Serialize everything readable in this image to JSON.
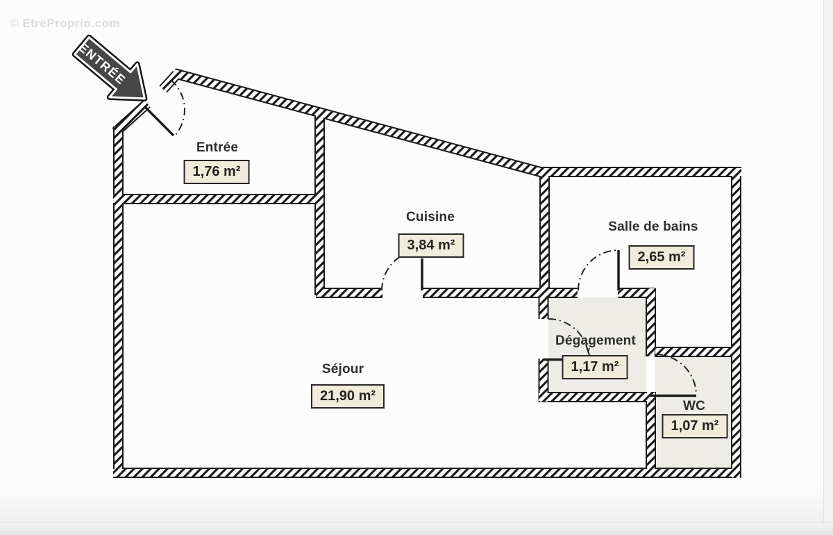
{
  "watermark": {
    "text": "© EtreProprio.com"
  },
  "entry_arrow": {
    "label": "ENTRÉE"
  },
  "rooms": {
    "entree": {
      "name": "Entrée",
      "area": "1,76 m²"
    },
    "cuisine": {
      "name": "Cuisine",
      "area": "3,84 m²"
    },
    "salle_de_bains": {
      "name": "Salle de bains",
      "area": "2,65 m²"
    },
    "degagement": {
      "name": "Dégagement",
      "area": "1,17 m²"
    },
    "sejour": {
      "name": "Séjour",
      "area": "21,90 m²"
    },
    "wc": {
      "name": "WC",
      "area": "1,07 m²"
    }
  },
  "colors": {
    "wall_line": "#1b1b1b",
    "area_box_background": "#f1ebd9",
    "arrow_fill": "#474747",
    "hallway_floor": "#edece7",
    "watermark_gray": "#dcdcdc"
  }
}
